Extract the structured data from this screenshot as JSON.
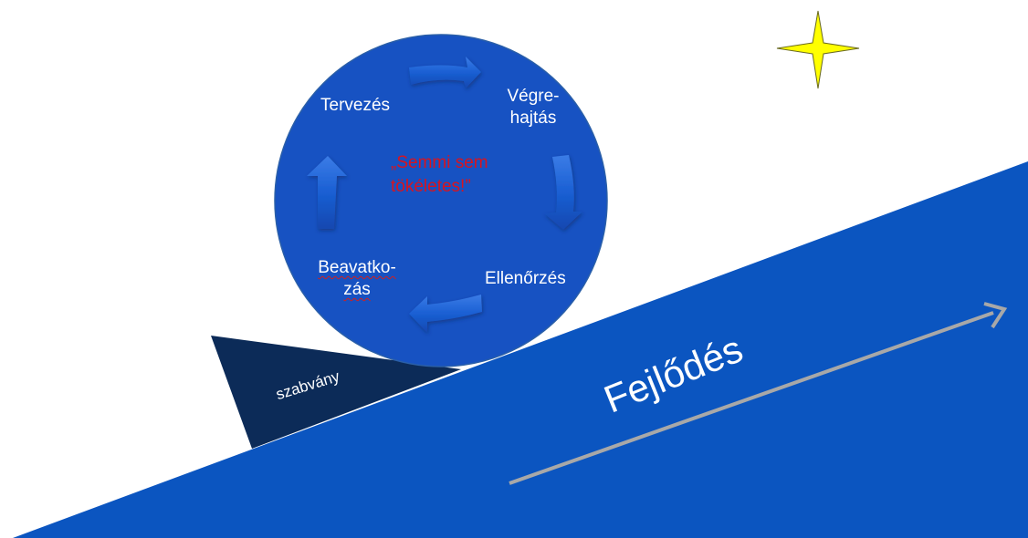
{
  "diagram": {
    "cycle_steps": {
      "planning": "Tervezés",
      "execution_line1": "Végre-",
      "execution_line2": "hajtás",
      "checking": "Ellenőrzés",
      "action_line1": "Beavatko-",
      "action_line2": "zás"
    },
    "center_quote_line1": "„Semmi sem",
    "center_quote_line2": "tökéletes!”",
    "wedge_label": "szabvány",
    "slope_label": "Fejlődés"
  },
  "colors": {
    "slope": "#0b55c0",
    "circle": "#1752c2",
    "wedge": "#0c2b58",
    "star": "#ffff00",
    "progress_arrow": "#a8a8a8",
    "quote_text": "#d8141f"
  }
}
